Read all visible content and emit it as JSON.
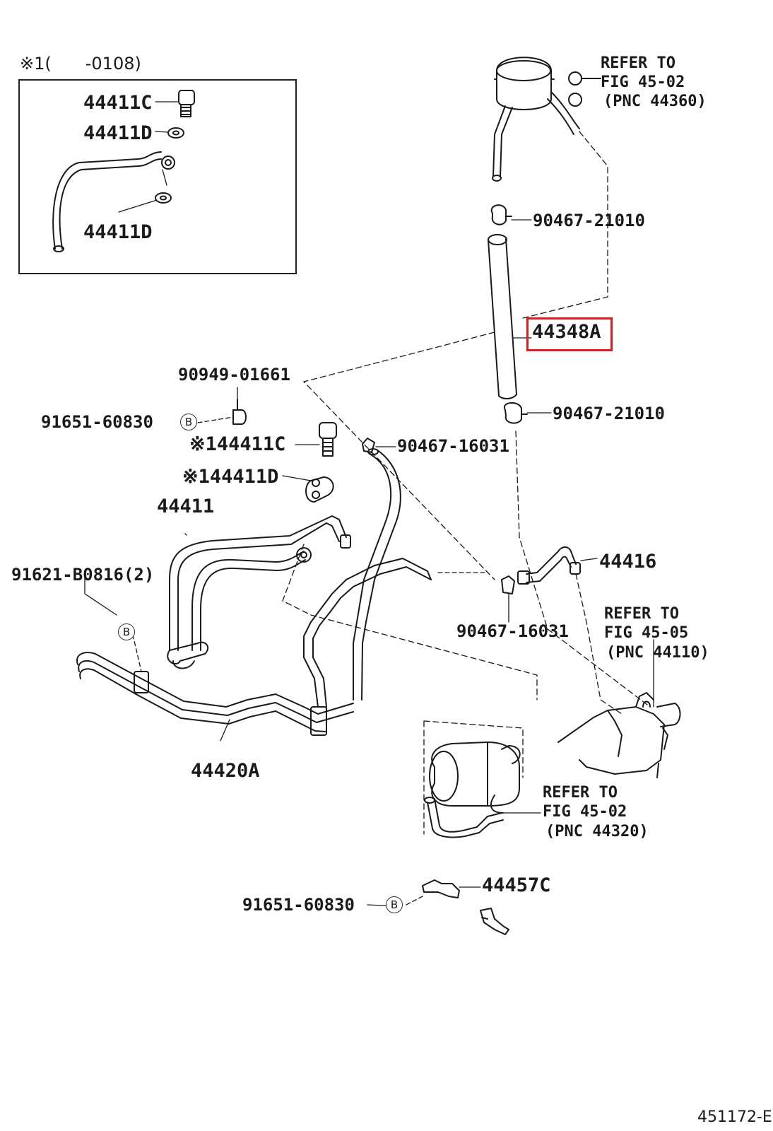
{
  "inset": {
    "heading": "※1(　　-0108)",
    "labels": [
      "44411C",
      "44411D",
      "44411D"
    ]
  },
  "callouts": {
    "reservoir_ref": [
      "REFER TO",
      "FIG 45-02",
      "(PNC 44360)"
    ],
    "clamp_top": "90467-21010",
    "hose_highlighted": "44348A",
    "clamp_bottom": "90467-21010",
    "clip_top": "90949-01661",
    "bolt_top": "91651-60830",
    "union_bolt": "※144411C",
    "gasket": "※144411D",
    "clamp_mid": "90467-16031",
    "pressure_tube": "44411",
    "bolt_pair": "91621-B0816(2)",
    "return_tube": "44416",
    "clamp_lower": "90467-16031",
    "pump_ref": [
      "REFER TO",
      "FIG 45-05",
      "(PNC 44110)"
    ],
    "return_tube_assy": "44420A",
    "gear_ref": [
      "REFER TO",
      "FIG 45-02",
      "(PNC 44320)"
    ],
    "bracket": "44457C",
    "bolt_bottom": "91651-60830",
    "marker": "B"
  },
  "figure_id": "451172-E",
  "colors": {
    "highlight": "#e01a1a",
    "ink": "#1a1a1a"
  }
}
